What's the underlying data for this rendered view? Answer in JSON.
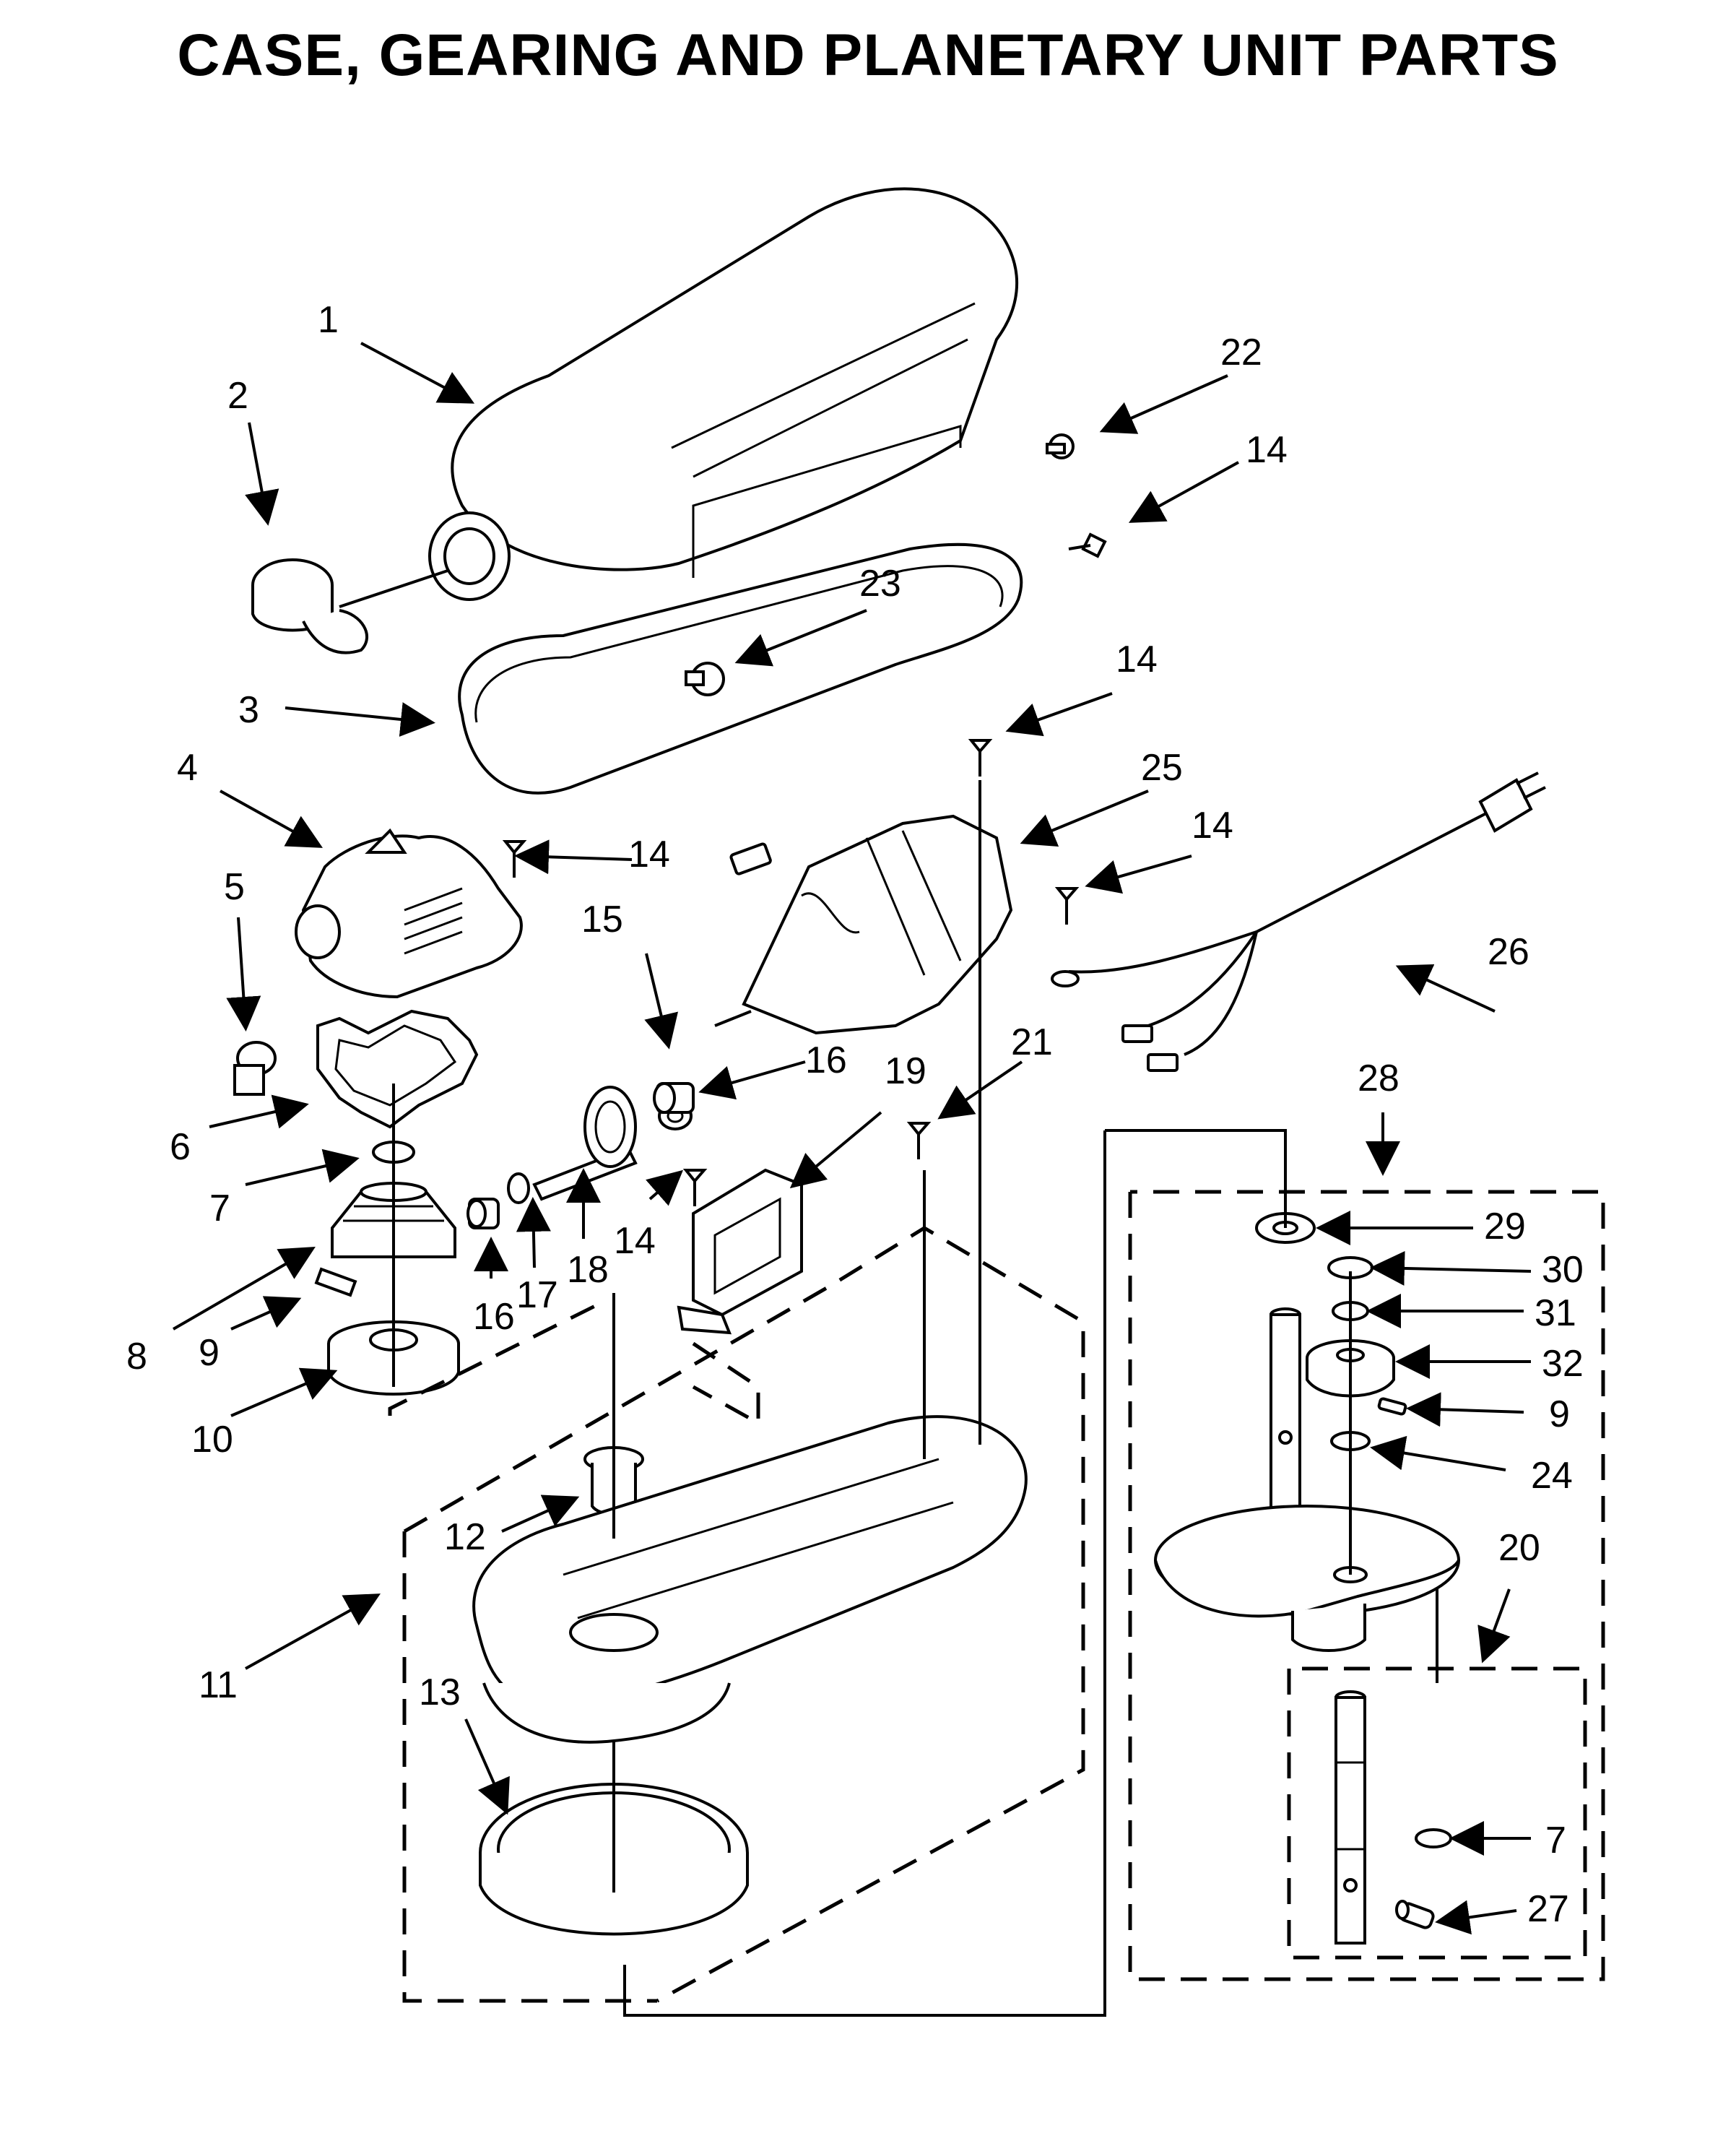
{
  "title": "CASE, GEARING AND PLANETARY UNIT PARTS",
  "callouts": [
    "1",
    "2",
    "3",
    "4",
    "5",
    "6",
    "7",
    "8",
    "9",
    "10",
    "11",
    "12",
    "13",
    "14",
    "15",
    "16",
    "17",
    "18",
    "19",
    "20",
    "21",
    "22",
    "23",
    "24",
    "25",
    "26",
    "27",
    "28",
    "29",
    "30",
    "31",
    "32"
  ],
  "labels": {
    "l1": "1",
    "l2": "2",
    "l3": "3",
    "l4": "4",
    "l5": "5",
    "l6": "6",
    "l7": "7",
    "l8": "8",
    "l9": "9",
    "l10": "10",
    "l11": "11",
    "l12": "12",
    "l13": "13",
    "l14a": "14",
    "l14b": "14",
    "l14c": "14",
    "l14d": "14",
    "l14e": "14",
    "l15": "15",
    "l16a": "16",
    "l16b": "16",
    "l17": "17",
    "l18": "18",
    "l19": "19",
    "l20": "20",
    "l21": "21",
    "l22": "22",
    "l23": "23",
    "l24": "24",
    "l25": "25",
    "l26": "26",
    "l27": "27",
    "l28": "28",
    "l29": "29",
    "l30": "30",
    "l31": "31",
    "l32": "32",
    "l9b": "9",
    "l7b": "7"
  }
}
